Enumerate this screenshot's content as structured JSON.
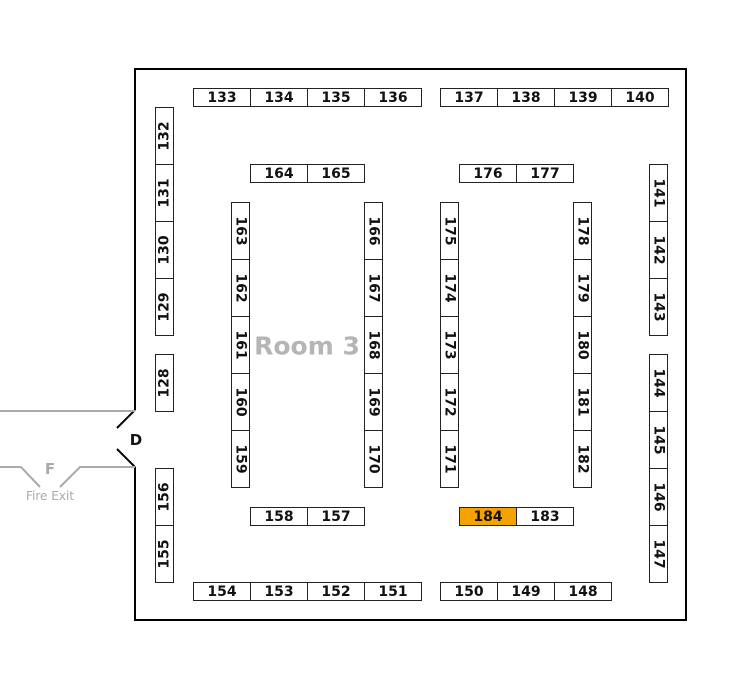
{
  "room": {
    "name": "Room 3",
    "door_label": "D",
    "fire_exit_letter": "F",
    "fire_exit_label": "Fire Exit"
  },
  "highlight": {
    "booth": "184",
    "color": "#f5a100"
  },
  "booths": [
    "133",
    "134",
    "135",
    "136",
    "137",
    "138",
    "139",
    "140",
    "164",
    "165",
    "176",
    "177",
    "132",
    "131",
    "130",
    "129",
    "128",
    "156",
    "155",
    "163",
    "162",
    "161",
    "160",
    "159",
    "166",
    "167",
    "168",
    "169",
    "170",
    "175",
    "174",
    "173",
    "172",
    "171",
    "178",
    "179",
    "180",
    "181",
    "182",
    "141",
    "142",
    "143",
    "144",
    "145",
    "146",
    "147",
    "158",
    "157",
    "184",
    "183",
    "154",
    "153",
    "152",
    "151",
    "150",
    "149",
    "148"
  ]
}
